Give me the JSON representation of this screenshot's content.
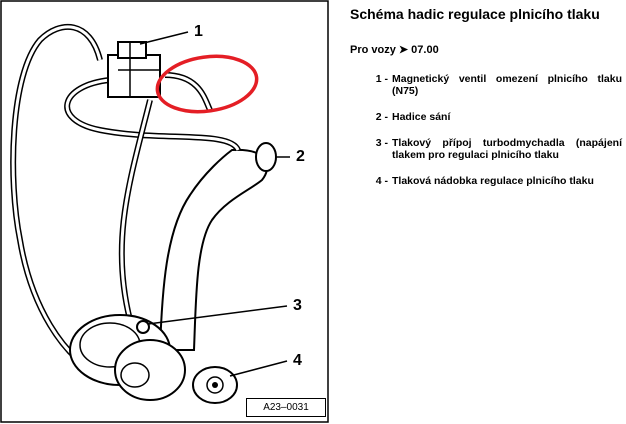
{
  "figure": {
    "callouts": [
      "1",
      "2",
      "3",
      "4"
    ],
    "code": "A23–0031"
  },
  "doc": {
    "title": "Schéma hadic regulace plnicího tlaku",
    "scope": "Pro vozy ➤ 07.00",
    "legend": [
      {
        "num": "1 -",
        "text": "Magnetický ventil omezení plnicího tlaku (N75)"
      },
      {
        "num": "2 -",
        "text": "Hadice sání"
      },
      {
        "num": "3 -",
        "text": "Tlakový přípoj turbodmychadla (napájení tlakem pro regulaci plnicího tlaku"
      },
      {
        "num": "4 -",
        "text": "Tlaková nádobka regulace plnicího tlaku"
      }
    ]
  },
  "colors": {
    "highlight": "#e41e25",
    "line": "#000000"
  }
}
